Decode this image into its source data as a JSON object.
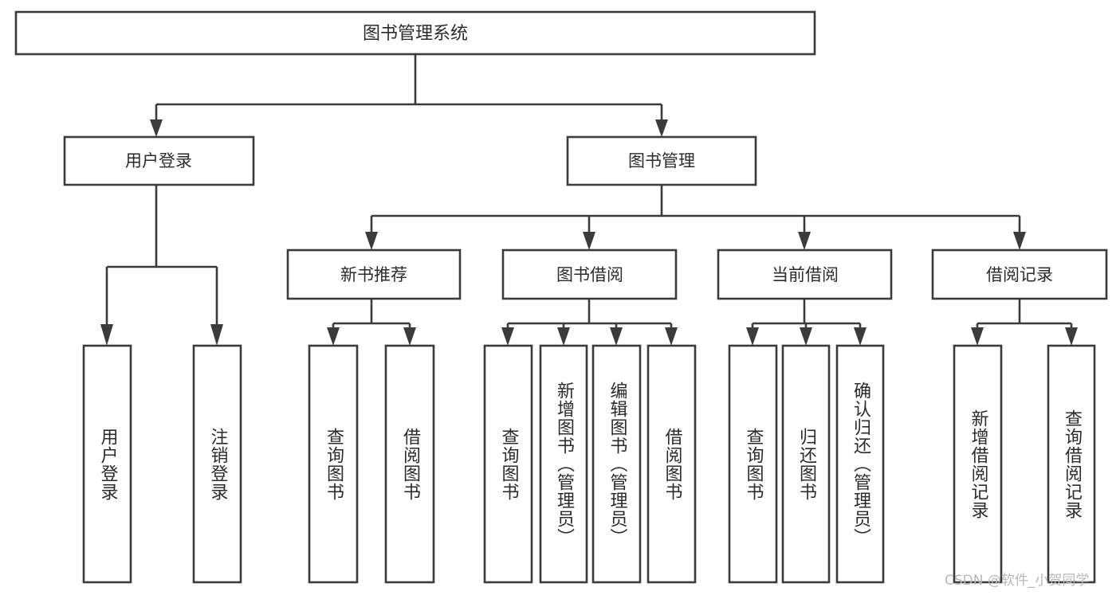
{
  "diagram": {
    "type": "tree",
    "title": "图书管理系统",
    "watermark": "CSDN @软件_小贺同学",
    "colors": {
      "stroke": "#3b3b3b",
      "box_fill": "#ffffff",
      "text": "#2b2b2b",
      "background": "#ffffff",
      "watermark": "#b8b8b8"
    },
    "root": {
      "label": "图书管理系统"
    },
    "level2": [
      {
        "label": "用户登录"
      },
      {
        "label": "图书管理"
      }
    ],
    "level3": [
      {
        "label": "新书推荐"
      },
      {
        "label": "图书借阅"
      },
      {
        "label": "当前借阅"
      },
      {
        "label": "借阅记录"
      }
    ],
    "leaves": {
      "user_login": [
        {
          "label": "用户登录"
        },
        {
          "label": "注销登录"
        }
      ],
      "new_book_recommend": [
        {
          "label": "查询图书"
        },
        {
          "label": "借阅图书"
        }
      ],
      "book_borrow": [
        {
          "label": "查询图书"
        },
        {
          "label": "新增图书（管理员）"
        },
        {
          "label": "编辑图书（管理员）"
        },
        {
          "label": "借阅图书"
        }
      ],
      "current_borrow": [
        {
          "label": "查询图书"
        },
        {
          "label": "归还图书"
        },
        {
          "label": "确认归还（管理员）"
        }
      ],
      "borrow_record": [
        {
          "label": "新增借阅记录"
        },
        {
          "label": "查询借阅记录"
        }
      ]
    }
  }
}
